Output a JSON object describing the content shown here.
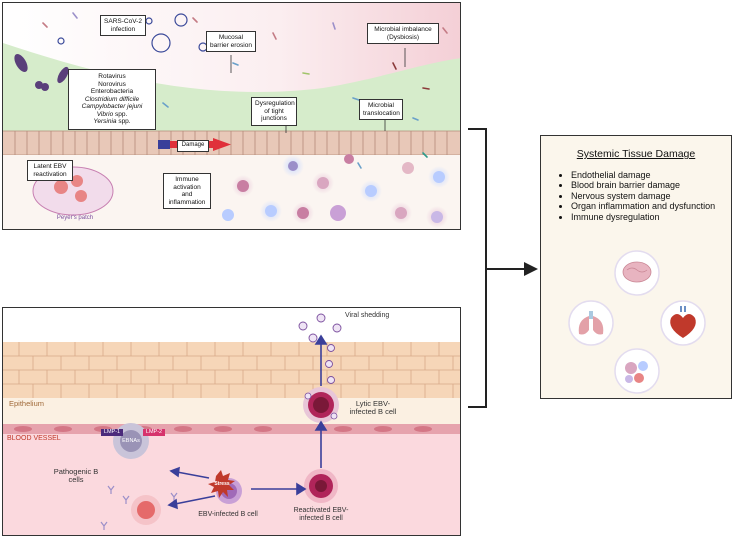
{
  "top_panel": {
    "sars_label": "SARS-CoV-2 infection",
    "pathogens": [
      "Rotavirus",
      "Norovirus",
      "Enterobacteria"
    ],
    "pathogens_italic": [
      {
        "italic": "Clostridium difficile",
        "suffix": ""
      },
      {
        "italic": "Campylobacter jejuni",
        "suffix": ""
      },
      {
        "italic": "Vibrio",
        "suffix": " spp."
      },
      {
        "italic": "Yersinia",
        "suffix": " spp."
      }
    ],
    "mucosal_label": "Mucosal barrier erosion",
    "dysbiosis_label": "Microbial imbalance (Dysbiosis)",
    "tight_junction_label": "Dysregulation of tight junctions",
    "translocation_label": "Microbial translocation",
    "damage_label": "Damage",
    "latent_ebv_label": "Latent EBV reactivation",
    "immune_label": "Immune activation and inflammation",
    "peyers_label": "Peyer's patch"
  },
  "bottom_panel": {
    "viral_shedding": "Viral shedding",
    "epithelium": "Epithelium",
    "lytic_label": "Lytic EBV-infected B cell",
    "blood_vessel": "BLOOD VESSEL",
    "lmp1": "LMP-1",
    "lmp2": "LMP-2",
    "ebnas": "EBNAs",
    "stress": "Stress",
    "pathogenic_b": "Pathogenic B cells",
    "ebv_b_cell": "EBV-infected B cell",
    "reactivated_label": "Reactivated EBV-infected B cell"
  },
  "right_panel": {
    "title": "Systemic Tissue Damage",
    "items": [
      "Endothelial damage",
      "Blood brain barrier damage",
      "Nervous system damage",
      "Organ inflammation and dysfunction",
      "Immune dysregulation"
    ]
  },
  "colors": {
    "damage_arrow": "#e0303a",
    "arrow_blue": "#3a3f9a",
    "lmp1": "#4b2a7b",
    "lmp2": "#d6336c",
    "stress": "#c0392b",
    "purple_text": "#7b4f9e"
  }
}
